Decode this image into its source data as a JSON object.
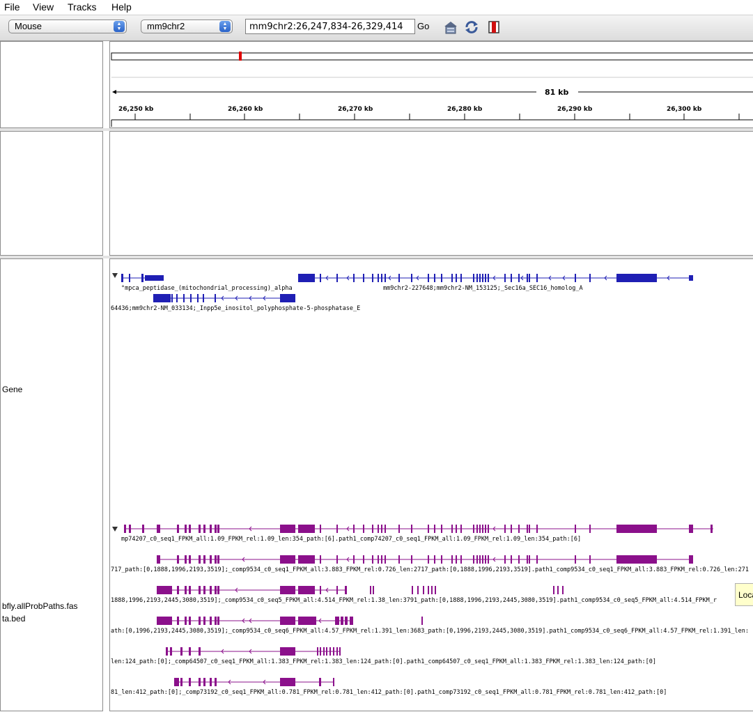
{
  "menu": {
    "file": "File",
    "view": "View",
    "tracks": "Tracks",
    "help": "Help"
  },
  "toolbar": {
    "genome": "Mouse",
    "chromosome": "mm9chr2",
    "locus": "mm9chr2:26,247,834-26,329,414",
    "go": "Go",
    "icons": [
      "home-icon",
      "refresh-icon",
      "region-of-interest-icon"
    ]
  },
  "ruler": {
    "span_label": "81 kb",
    "ticks": [
      "26,250 kb",
      "26,260 kb",
      "26,270 kb",
      "26,280 kb",
      "26,290 kb",
      "26,300 kb"
    ]
  },
  "tracks": {
    "gene_name": "Gene",
    "bed_name_line1": "bfly.allProbPaths.fas",
    "bed_name_line2": "ta.bed"
  },
  "gene_labels": [
    "°mpca_peptidase_(mitochondrial_processing)_alpha",
    "mm9chr2-227648;mm9chr2-NM_153125;_Sec16a_SEC16_homolog_A",
    "64436;mm9chr2-NM_033134;_Inpp5e_inositol_polyphosphate-5-phosphatase_E"
  ],
  "bed_labels": [
    "mp74207_c0_seq1_FPKM_all:1.09_FPKM_rel:1.09_len:354_path:[6].path1_comp74207_c0_seq1_FPKM_all:1.09_FPKM_rel:1.09_len:354_path:[6]",
    "717_path:[0,1888,1996,2193,3519];_comp9534_c0_seq1_FPKM_all:3.883_FPKM_rel:0.726_len:2717_path:[0,1888,1996,2193,3519].path1_comp9534_c0_seq1_FPKM_all:3.883_FPKM_rel:0.726_len:271",
    "1888,1996,2193,2445,3080,3519];_comp9534_c0_seq5_FPKM_all:4.514_FPKM_rel:1.38_len:3791_path:[0,1888,1996,2193,2445,3080,3519].path1_comp9534_c0_seq5_FPKM_all:4.514_FPKM_r",
    "ath:[0,1996,2193,2445,3080,3519];_comp9534_c0_seq6_FPKM_all:4.57_FPKM_rel:1.391_len:3683_path:[0,1996,2193,2445,3080,3519].path1_comp9534_c0_seq6_FPKM_all:4.57_FPKM_rel:1.391_len:",
    "len:124_path:[0];_comp64507_c0_seq1_FPKM_all:1.383_FPKM_rel:1.383_len:124_path:[0].path1_comp64507_c0_seq1_FPKM_all:1.383_FPKM_rel:1.383_len:124_path:[0]",
    "81_len:412_path:[0];_comp73192_c0_seq1_FPKM_all:0.781_FPKM_rel:0.781_len:412_path:[0].path1_comp73192_c0_seq1_FPKM_all:0.781_FPKM_rel:0.781_len:412_path:[0]"
  ],
  "tooltip": "Loca",
  "colors": {
    "gene": "#1f1fb4",
    "bed": "#8b108b",
    "cytoband_marker": "#e00000"
  }
}
